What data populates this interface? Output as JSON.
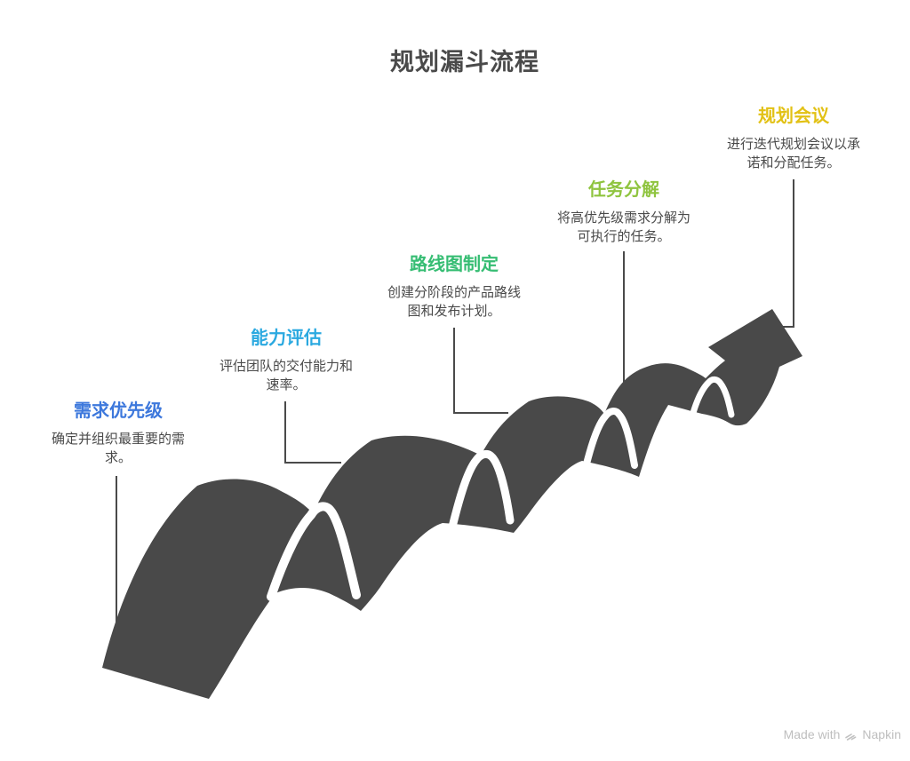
{
  "title": {
    "text": "规划漏斗流程",
    "color": "#4A4A4A"
  },
  "stages": [
    {
      "label": "需求优先级",
      "description": "确定并组织最重要的需\n求。",
      "color": "#3D78DC"
    },
    {
      "label": "能力评估",
      "description": "评估团队的交付能力和\n速率。",
      "color": "#2BA9E0"
    },
    {
      "label": "路线图制定",
      "description": "创建分阶段的产品路线\n图和发布计划。",
      "color": "#36BD73"
    },
    {
      "label": "任务分解",
      "description": "将高优先级需求分解为\n可执行的任务。",
      "color": "#8FC43F"
    },
    {
      "label": "规划会议",
      "description": "进行迭代规划会议以承\n诺和分配任务。",
      "color": "#E2C115"
    }
  ],
  "diagram": {
    "ribbon_color": "#494949",
    "connector_color": "#4A4A4A",
    "loop_gap_color": "#FFFFFF"
  },
  "watermark": {
    "prefix": "Made with",
    "brand": "Napkin",
    "color": "#BEBEBE"
  }
}
